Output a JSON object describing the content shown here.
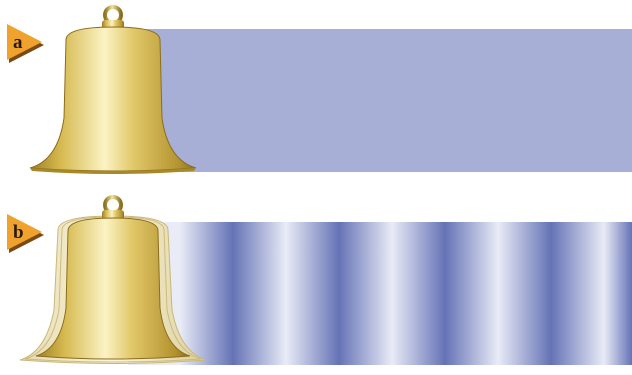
{
  "panels": [
    {
      "id": "a",
      "label": "a",
      "medium": "uniform",
      "bell": "at-rest"
    },
    {
      "id": "b",
      "label": "b",
      "medium": "compressions-and-rarefactions",
      "bell": "vibrating"
    }
  ],
  "colors": {
    "medium_uniform": "#a7afd7",
    "medium_light": "#e9ebf6",
    "medium_dark": "#6573b6",
    "bell_gold": "#d8bf57",
    "tag_orange": "#f0a22e"
  },
  "wave": {
    "compression_count": 6
  }
}
